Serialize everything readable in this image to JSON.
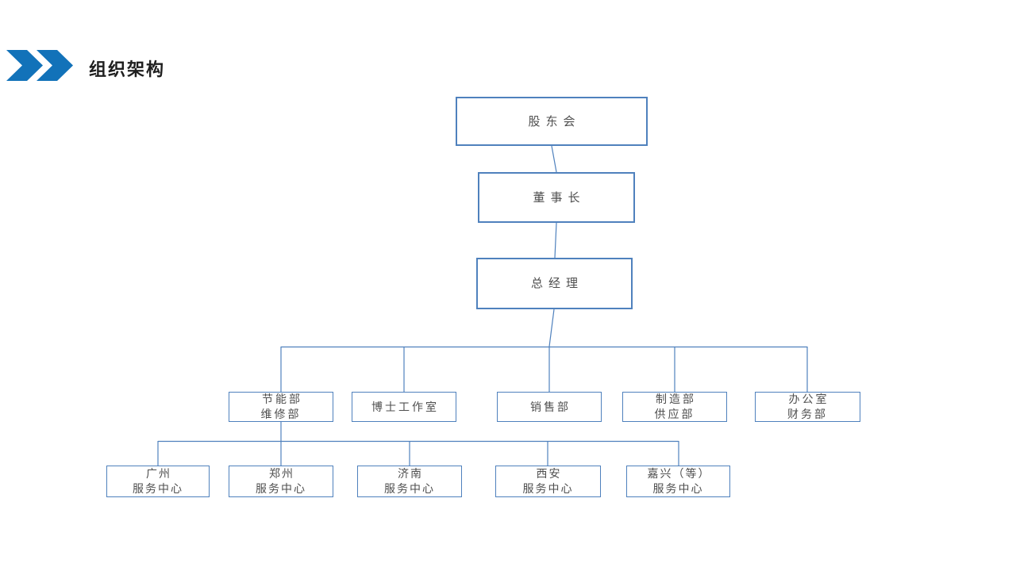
{
  "header": {
    "title": "组织架构",
    "accent_color": "#1272b9"
  },
  "org_chart": {
    "line_color": "#4f81bd",
    "box_border_color": "#4f81bd",
    "box_text_color": "#4f4f4f",
    "nodes": {
      "shareholders": {
        "label": "股东会"
      },
      "chairman": {
        "label": "董事长"
      },
      "general_manager": {
        "label": "总经理"
      },
      "energy_maintenance": {
        "label": "节能部\n维修部"
      },
      "doctor_studio": {
        "label": "博士工作室"
      },
      "sales": {
        "label": "销售部"
      },
      "manufacturing_supply": {
        "label": "制造部\n供应部"
      },
      "office_finance": {
        "label": "办公室\n财务部"
      },
      "guangzhou_center": {
        "label": "广州\n服务中心"
      },
      "zhengzhou_center": {
        "label": "郑州\n服务中心"
      },
      "jinan_center": {
        "label": "济南\n服务中心"
      },
      "xian_center": {
        "label": "西安\n服务中心"
      },
      "jiaxing_center": {
        "label": "嘉兴（等）\n服务中心"
      }
    },
    "edges": [
      {
        "parent": "股东会",
        "children": [
          "董事长"
        ]
      },
      {
        "parent": "董事长",
        "children": [
          "总经理"
        ]
      },
      {
        "parent": "总经理",
        "children": [
          "节能部 维修部",
          "博士工作室",
          "销售部",
          "制造部 供应部",
          "办公室 财务部"
        ]
      },
      {
        "parent": "节能部 维修部",
        "children": [
          "广州 服务中心",
          "郑州 服务中心",
          "济南 服务中心",
          "西安 服务中心",
          "嘉兴（等） 服务中心"
        ]
      }
    ]
  }
}
